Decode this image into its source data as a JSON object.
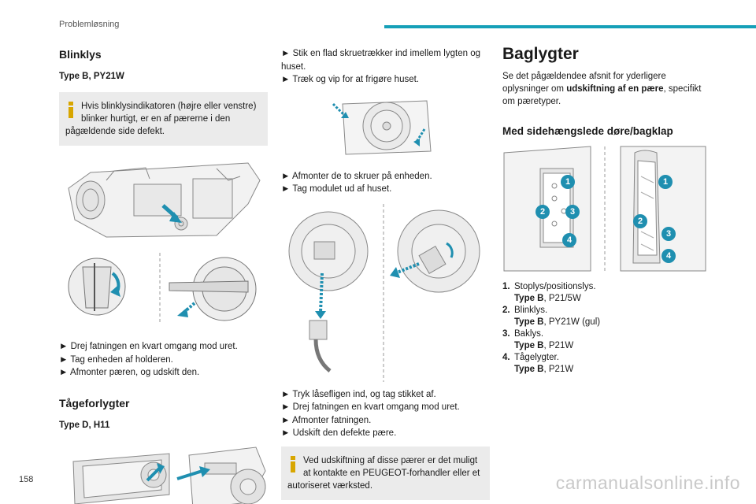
{
  "header": {
    "title": "Problemløsning",
    "accent": "#16a0b8"
  },
  "col1": {
    "title": "Blinklys",
    "type_line": "Type B, PY21W",
    "info": "Hvis blinklysindikatoren (højre eller venstre) blinker hurtigt, er en af pærerne i den pågældende side defekt.",
    "steps": [
      "►  Drej fatningen en kvart omgang mod uret.",
      "►  Tag enheden af holderen.",
      "►  Afmonter pæren, og udskift den."
    ],
    "fog_title": "Tågeforlygter",
    "fog_type": "Type D, H11"
  },
  "col2": {
    "steps_a": [
      "►  Stik en flad skruetrækker ind imellem lygten og huset.",
      "►  Træk og vip for at frigøre huset."
    ],
    "steps_b": [
      "►  Afmonter de to skruer på enheden.",
      "►  Tag modulet ud af huset."
    ],
    "steps_c": [
      "►  Tryk låsefligen ind, og tag stikket af.",
      "►  Drej fatningen en kvart omgang mod uret.",
      "►  Afmonter fatningen.",
      "►  Udskift den defekte pære."
    ],
    "info": "Ved udskiftning af disse pærer er det muligt at kontakte en PEUGEOT-forhandler eller et autoriseret værksted."
  },
  "col3": {
    "title": "Baglygter",
    "intro_pre": "Se det pågældendee afsnit for yderligere oplysninger om ",
    "intro_bold": "udskiftning af en pære",
    "intro_post": ", specifikt om pæretyper.",
    "sub": "Med sidehængslede døre/bagklap",
    "items": [
      {
        "num": "1.",
        "label": "Stoplys/positionslys.",
        "type": "Type B",
        "bulb": ", P21/5W"
      },
      {
        "num": "2.",
        "label": "Blinklys.",
        "type": "Type B",
        "bulb": ", PY21W (gul)"
      },
      {
        "num": "3.",
        "label": "Baklys.",
        "type": "Type B",
        "bulb": ", P21W"
      },
      {
        "num": "4.",
        "label": "Tågelygter.",
        "type": "Type B",
        "bulb": ", P21W"
      }
    ],
    "callouts": [
      "1",
      "2",
      "3",
      "4"
    ]
  },
  "footer": {
    "page": "158",
    "watermark": "carmanualsonline.info"
  }
}
